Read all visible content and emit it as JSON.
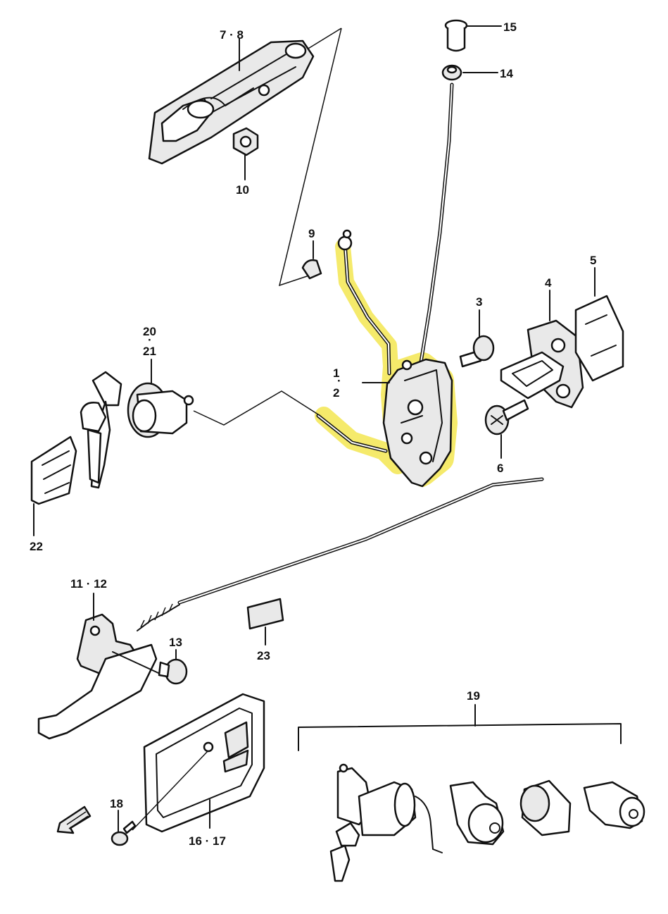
{
  "highlight_color": "#f2e33a",
  "callouts": {
    "c15": "15",
    "c14": "14",
    "c7_8": "7 · 8",
    "c10": "10",
    "c9": "9",
    "c5": "5",
    "c4": "4",
    "c3": "3",
    "c1": "1",
    "c2": "2",
    "c20": "20",
    "c21": "21",
    "c6": "6",
    "c22": "22",
    "c11_12": "11 · 12",
    "c13": "13",
    "c23": "23",
    "c19": "19",
    "c18": "18",
    "c16_17": "16 · 17"
  },
  "icons": {
    "direction_arrow": "front-arrow-icon"
  }
}
